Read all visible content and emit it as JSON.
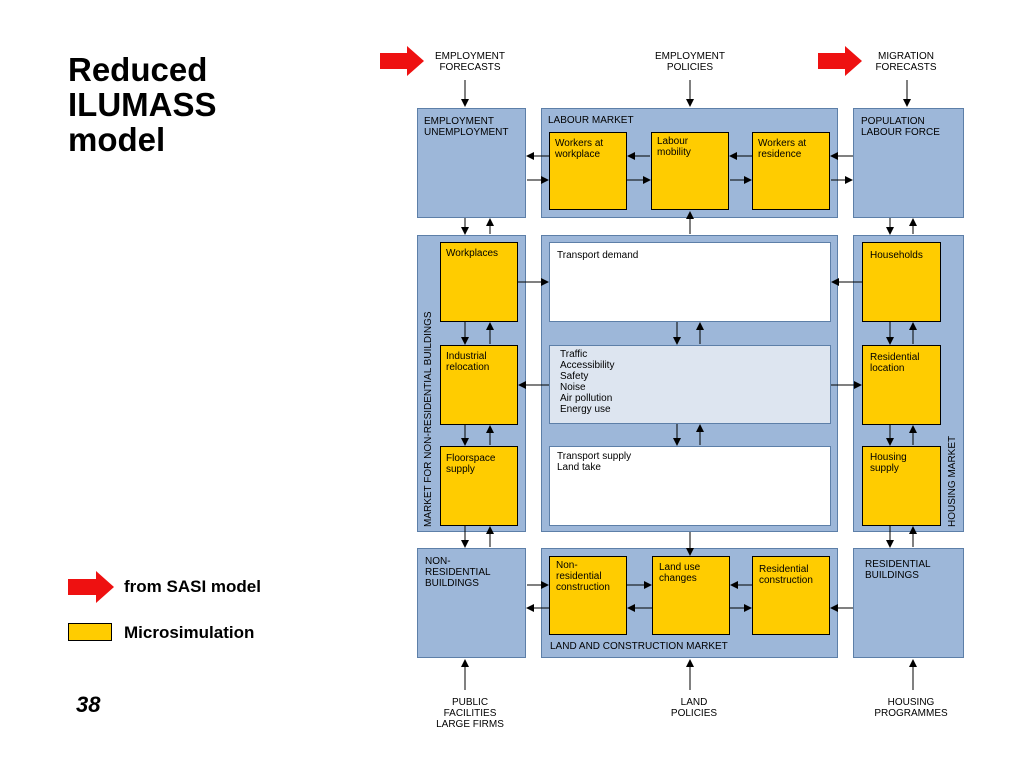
{
  "slide": {
    "title": "Reduced\nILUMASS\nmodel",
    "page_number": "38"
  },
  "legend": {
    "arrow_label": "from SASI model",
    "box_label": "Microsimulation",
    "arrow_color": "#ee1111",
    "box_color": "#ffcc00"
  },
  "external_inputs": {
    "employment_forecasts": "EMPLOYMENT\nFORECASTS",
    "employment_policies": "EMPLOYMENT\nPOLICIES",
    "migration_forecasts": "MIGRATION\nFORECASTS",
    "public_facilities": "PUBLIC\nFACILITIES\nLARGE FIRMS",
    "land_policies": "LAND\nPOLICIES",
    "housing_programmes": "HOUSING\nPROGRAMMES"
  },
  "diagram": {
    "colors": {
      "market": "#9db7d9",
      "microsimulation": "#ffcc00",
      "transport_panel": "#dde5f0"
    },
    "employment_unemployment": "EMPLOYMENT\nUNEMPLOYMENT",
    "labour_market": {
      "title": "LABOUR MARKET",
      "workers_at_workplace": "Workers at\nworkplace",
      "labour_mobility": "Labour\nmobility",
      "workers_at_residence": "Workers at\nresidence"
    },
    "population_labour_force": "POPULATION\nLABOUR FORCE",
    "non_residential_market": {
      "title": "MARKET FOR NON-RESIDENTIAL BUILDINGS",
      "workplaces": "Workplaces",
      "industrial_relocation": "Industrial\nrelocation",
      "floorspace_supply": "Floorspace\nsupply"
    },
    "transport": {
      "demand": "Transport demand",
      "impacts": "Traffic\nAccessibility\nSafety\nNoise\nAir pollution\nEnergy use",
      "supply": "Transport supply\nLand take"
    },
    "housing_market": {
      "title": "HOUSING MARKET",
      "households": "Households",
      "residential_location": "Residential\nlocation",
      "housing_supply": "Housing\nsupply"
    },
    "non_residential_buildings": "NON-\nRESIDENTIAL\nBUILDINGS",
    "land_construction_market": {
      "title": "LAND AND CONSTRUCTION MARKET",
      "non_residential_construction": "Non-\nresidential\nconstruction",
      "land_use_changes": "Land use\nchanges",
      "residential_construction": "Residential\nconstruction"
    },
    "residential_buildings": "RESIDENTIAL\nBUILDINGS"
  }
}
